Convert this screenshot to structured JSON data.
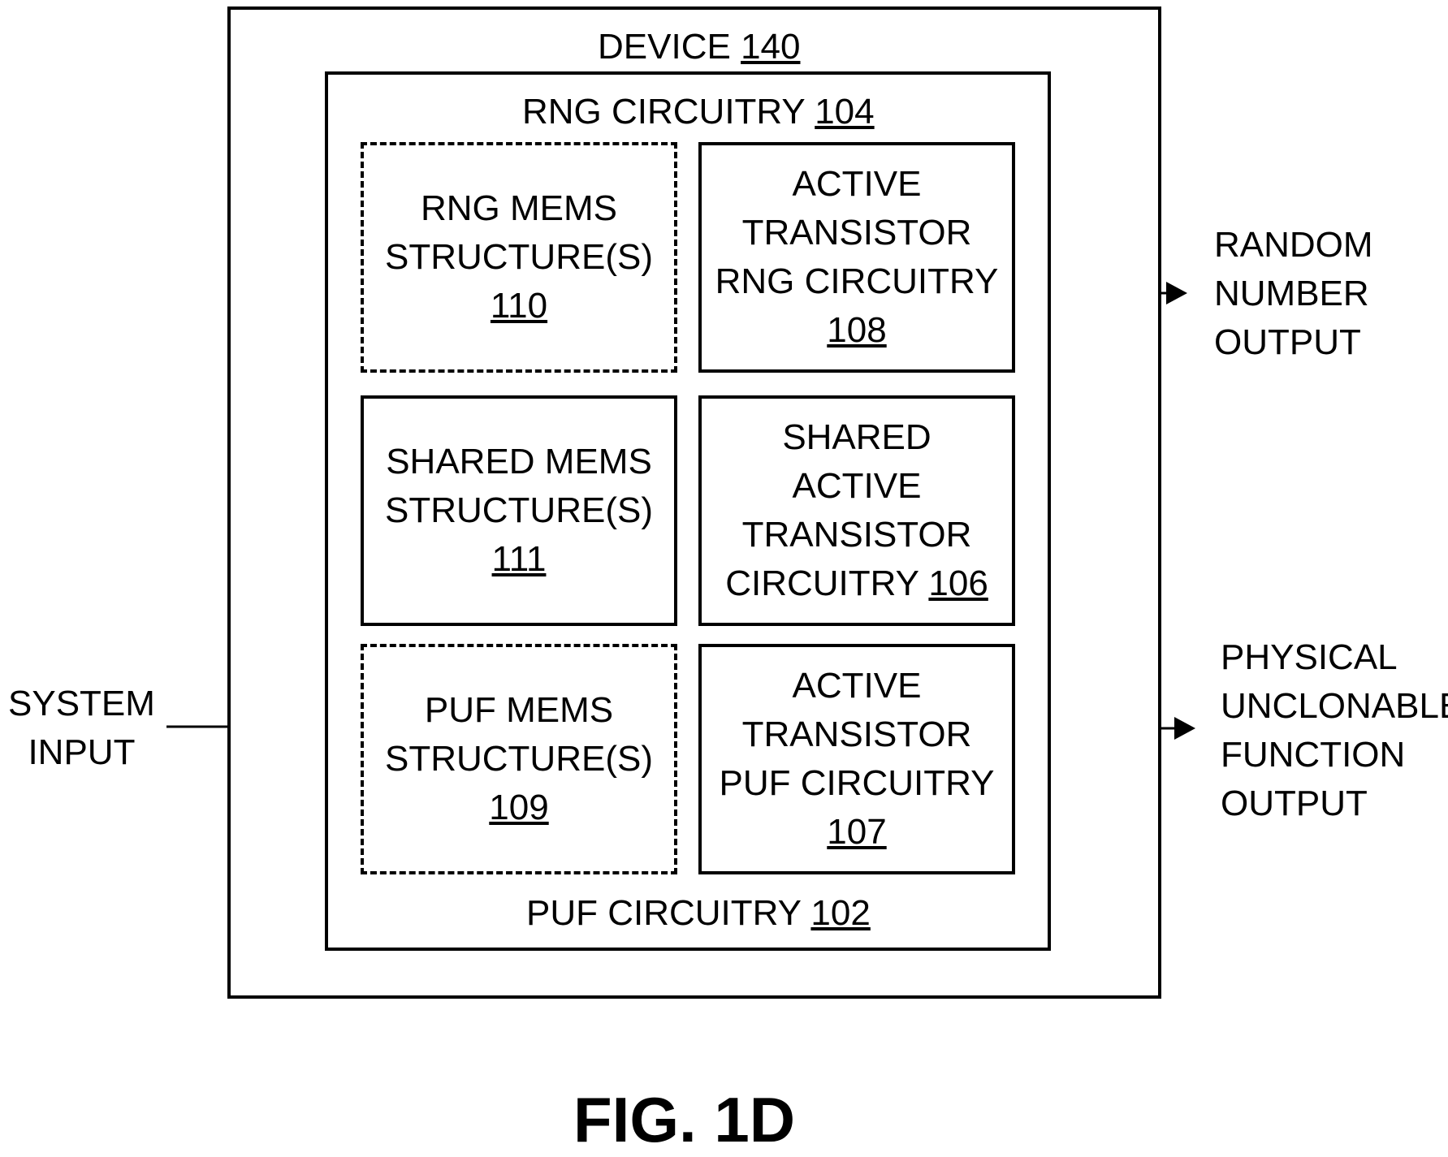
{
  "device": {
    "title": "DEVICE",
    "ref": "140"
  },
  "rng_circuitry": {
    "title": "RNG CIRCUITRY",
    "ref": "104"
  },
  "puf_circuitry": {
    "title": "PUF CIRCUITRY",
    "ref": "102"
  },
  "blocks": {
    "rng_mems": {
      "lines": [
        "RNG MEMS",
        "STRUCTURE(S)"
      ],
      "ref": "110",
      "style": "dashed"
    },
    "active_rng": {
      "lines": [
        "ACTIVE",
        "TRANSISTOR",
        "RNG CIRCUITRY"
      ],
      "ref": "108",
      "style": "solid"
    },
    "shared_mems": {
      "lines": [
        "SHARED MEMS",
        "STRUCTURE(S)"
      ],
      "ref": "111",
      "style": "solid"
    },
    "shared_active": {
      "lines": [
        "SHARED",
        "ACTIVE",
        "TRANSISTOR",
        "CIRCUITRY"
      ],
      "ref": "106",
      "style": "solid"
    },
    "puf_mems": {
      "lines": [
        "PUF MEMS",
        "STRUCTURE(S)"
      ],
      "ref": "109",
      "style": "dashed"
    },
    "active_puf": {
      "lines": [
        "ACTIVE",
        "TRANSISTOR",
        "PUF CIRCUITRY"
      ],
      "ref": "107",
      "style": "solid"
    }
  },
  "external": {
    "system_input": [
      "SYSTEM",
      "INPUT"
    ],
    "random_output": [
      "RANDOM",
      "NUMBER",
      "OUTPUT"
    ],
    "puf_output": [
      "PHYSICAL",
      "UNCLONABLE",
      "FUNCTION",
      "OUTPUT"
    ]
  },
  "figure_label": "FIG. 1D"
}
